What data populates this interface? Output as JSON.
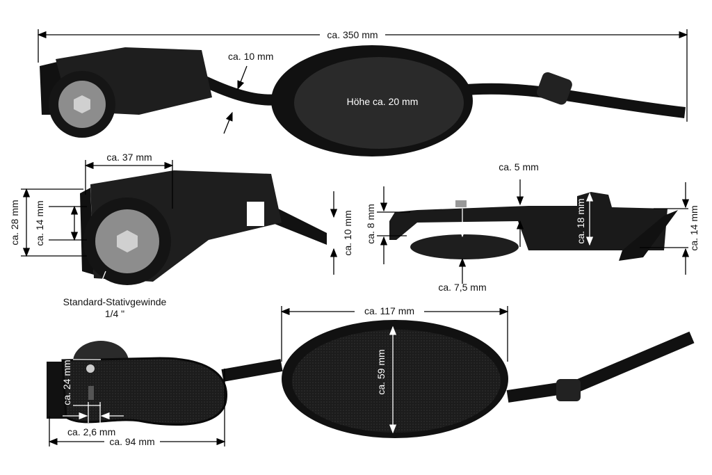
{
  "labels": {
    "total_length": "ca. 350 mm",
    "strap_width_top": "ca. 10 mm",
    "pad_height": "Höhe ca. 20 mm",
    "bracket_width": "ca. 37 mm",
    "bracket_height": "ca. 28 mm",
    "slot_height": "ca. 14 mm",
    "strap_width_mid": "ca. 10 mm",
    "thread_line1": "Standard-Stativgewinde",
    "thread_line2": "1/4 \"",
    "plate_thickness": "ca. 5 mm",
    "hook_height": "ca. 8 mm",
    "body_height": "ca. 18 mm",
    "end_height": "ca. 14 mm",
    "wheel_height": "ca. 7,5 mm",
    "pad_length": "ca. 117 mm",
    "pad_width": "ca. 59 mm",
    "screw_slot_length": "ca. 24 mm",
    "screw_slot_width": "ca. 2,6 mm",
    "plate_length": "ca. 94 mm"
  },
  "colors": {
    "object": "#1a1a1a",
    "metal": "#9a9a9a",
    "annotation": "#000000"
  }
}
